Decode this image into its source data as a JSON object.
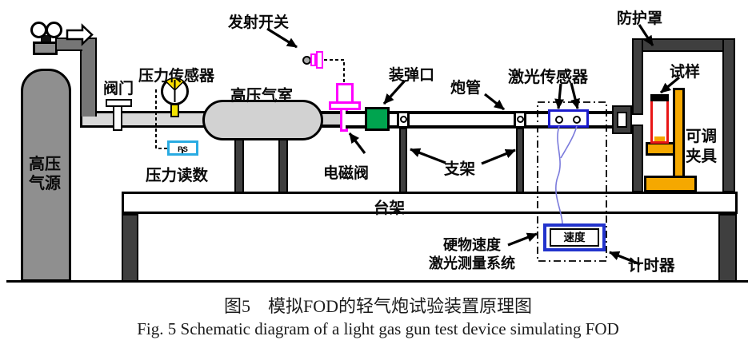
{
  "figure": {
    "caption_zh": "图5　模拟FOD的轻气炮试验装置原理图",
    "caption_en": "Fig. 5 Schematic diagram of a light gas gun test device simulating FOD"
  },
  "labels": {
    "gas_source": "高压\n气源",
    "valve": "阀门",
    "pressure_sensor": "压力传感器",
    "pressure_reading": "压力读数",
    "chamber": "高压气室",
    "fire_switch": "发射开关",
    "solenoid_valve": "电磁阀",
    "loading_port": "装弹口",
    "barrel": "炮管",
    "bracket": "支架",
    "bench": "台架",
    "laser_sensor": "激光传感器",
    "shield": "防护罩",
    "specimen": "试样",
    "fixture": "可调\n夹具",
    "measurement_system": "硬物速度\n激光测量系统",
    "timer": "计时器"
  },
  "displays": {
    "pressure_readout_text": "PS",
    "velocity_readout_text": "速度"
  },
  "colors": {
    "magenta_control": "#ff00ff",
    "green_loading_port": "#00a44f",
    "blue_sensor_box": "#1a1acc",
    "blue_velocity_box": "#2233cc",
    "cyan_readout_box": "#29abe2",
    "red_specimen": "#e81616",
    "orange_fixture": "#f5a800",
    "yellow_gauge": "#f2e200",
    "dark_gray_structure": "#3f3f3f",
    "gray_cylinder": "#8f8f8f",
    "light_gray_pipe": "#d9d9d9"
  }
}
